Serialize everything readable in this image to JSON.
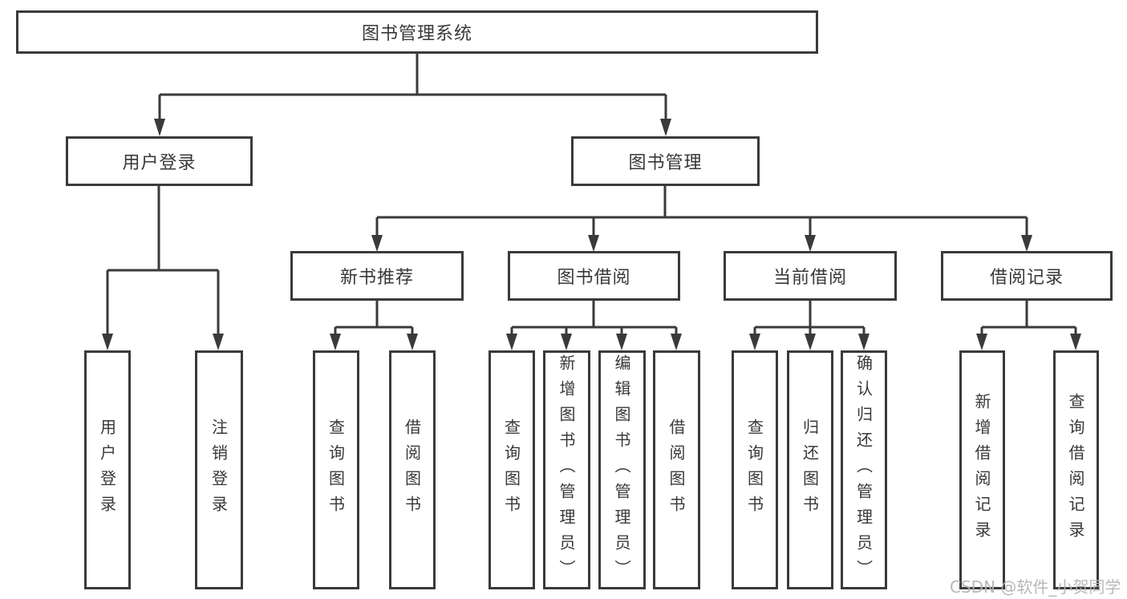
{
  "diagram": {
    "title": "图书管理系统",
    "level2": {
      "login": "用户登录",
      "management": "图书管理"
    },
    "level3": {
      "new_books": "新书推荐",
      "book_borrow": "图书借阅",
      "current_borrow": "当前借阅",
      "borrow_records": "借阅记录"
    },
    "leaves": {
      "login_user": "用户登录",
      "login_logout": "注销登录",
      "nb_query_books": "查询图书",
      "nb_borrow_books": "借阅图书",
      "bb_query_books": "查询图书",
      "bb_add_books": "新增图书（管理员）",
      "bb_edit_books": "编辑图书（管理员）",
      "bb_borrow_books": "借阅图书",
      "cb_query_books": "查询图书",
      "cb_return_books": "归还图书",
      "cb_confirm_return": "确认归还（管理员）",
      "rec_add_record": "新增借阅记录",
      "rec_query_record": "查询借阅记录"
    },
    "watermark": "CSDN @软件_小贺同学",
    "colors": {
      "line": "#3a3a3a",
      "text": "#383838",
      "background": "#ffffff",
      "watermark": "#b5b5b5"
    }
  }
}
